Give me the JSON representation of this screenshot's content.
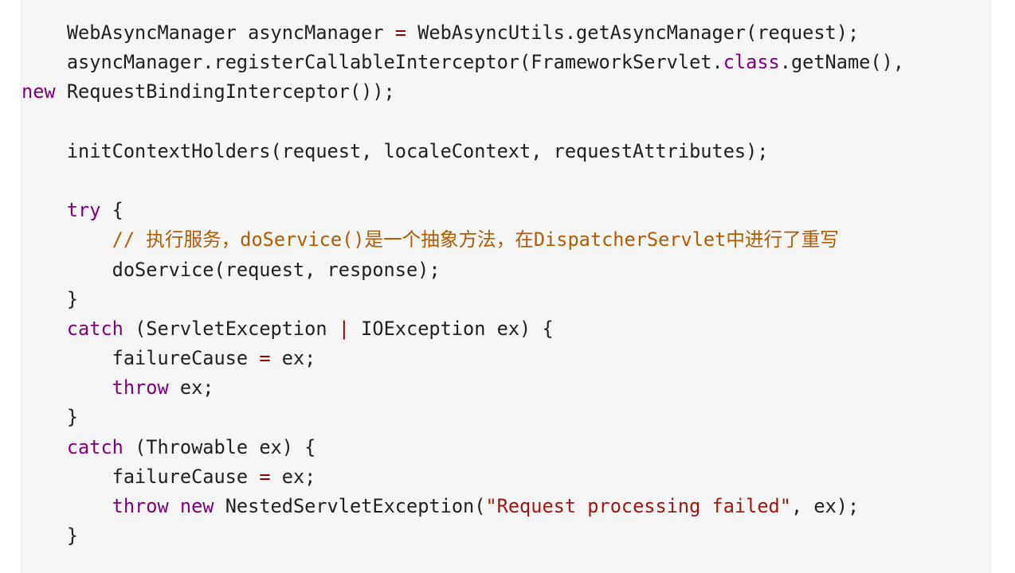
{
  "code_lines": [
    {
      "indent": "    ",
      "tokens": [
        {
          "t": "WebAsyncManager asyncManager ",
          "c": "plain"
        },
        {
          "t": "=",
          "c": "op"
        },
        {
          "t": " WebAsyncUtils.getAsyncManager(request);",
          "c": "plain"
        }
      ]
    },
    {
      "indent": "    ",
      "tokens": [
        {
          "t": "asyncManager.registerCallableInterceptor(FrameworkServlet.",
          "c": "plain"
        },
        {
          "t": "class",
          "c": "kw"
        },
        {
          "t": ".getName(),",
          "c": "plain"
        }
      ]
    },
    {
      "indent": "",
      "tokens": [
        {
          "t": "new",
          "c": "kw"
        },
        {
          "t": " RequestBindingInterceptor());",
          "c": "plain"
        }
      ]
    },
    {
      "indent": "",
      "tokens": []
    },
    {
      "indent": "    ",
      "tokens": [
        {
          "t": "initContextHolders(request, localeContext, requestAttributes);",
          "c": "plain"
        }
      ]
    },
    {
      "indent": "",
      "tokens": []
    },
    {
      "indent": "    ",
      "tokens": [
        {
          "t": "try",
          "c": "kw"
        },
        {
          "t": " {",
          "c": "plain"
        }
      ]
    },
    {
      "indent": "        ",
      "tokens": [
        {
          "t": "// ",
          "c": "cmt"
        },
        {
          "t": "执行服务，",
          "c": "cmt-cjk"
        },
        {
          "t": "doService()",
          "c": "cmt"
        },
        {
          "t": "是一个抽象方法，在",
          "c": "cmt-cjk"
        },
        {
          "t": "DispatcherServlet",
          "c": "cmt"
        },
        {
          "t": "中进行了重写",
          "c": "cmt-cjk"
        }
      ]
    },
    {
      "indent": "        ",
      "tokens": [
        {
          "t": "doService(request, response);",
          "c": "plain"
        }
      ]
    },
    {
      "indent": "    ",
      "tokens": [
        {
          "t": "}",
          "c": "plain"
        }
      ]
    },
    {
      "indent": "    ",
      "tokens": [
        {
          "t": "catch",
          "c": "kw"
        },
        {
          "t": " (ServletException ",
          "c": "plain"
        },
        {
          "t": "|",
          "c": "op"
        },
        {
          "t": " IOException ex) {",
          "c": "plain"
        }
      ]
    },
    {
      "indent": "        ",
      "tokens": [
        {
          "t": "failureCause ",
          "c": "plain"
        },
        {
          "t": "=",
          "c": "op"
        },
        {
          "t": " ex;",
          "c": "plain"
        }
      ]
    },
    {
      "indent": "        ",
      "tokens": [
        {
          "t": "throw",
          "c": "kw"
        },
        {
          "t": " ex;",
          "c": "plain"
        }
      ]
    },
    {
      "indent": "    ",
      "tokens": [
        {
          "t": "}",
          "c": "plain"
        }
      ]
    },
    {
      "indent": "    ",
      "tokens": [
        {
          "t": "catch",
          "c": "kw"
        },
        {
          "t": " (Throwable ex) {",
          "c": "plain"
        }
      ]
    },
    {
      "indent": "        ",
      "tokens": [
        {
          "t": "failureCause ",
          "c": "plain"
        },
        {
          "t": "=",
          "c": "op"
        },
        {
          "t": " ex;",
          "c": "plain"
        }
      ]
    },
    {
      "indent": "        ",
      "tokens": [
        {
          "t": "throw",
          "c": "kw"
        },
        {
          "t": " ",
          "c": "plain"
        },
        {
          "t": "new",
          "c": "kw"
        },
        {
          "t": " NestedServletException(",
          "c": "plain"
        },
        {
          "t": "\"Request processing failed\"",
          "c": "str"
        },
        {
          "t": ", ex);",
          "c": "plain"
        }
      ]
    },
    {
      "indent": "    ",
      "tokens": [
        {
          "t": "}",
          "c": "plain"
        }
      ]
    }
  ],
  "colors": {
    "background": "#ffffff",
    "code_background": "#f6f6f6",
    "text": "#1f1f1f",
    "keyword": "#80007f",
    "operator": "#980000",
    "string": "#a3150f",
    "comment": "#b45a00"
  }
}
